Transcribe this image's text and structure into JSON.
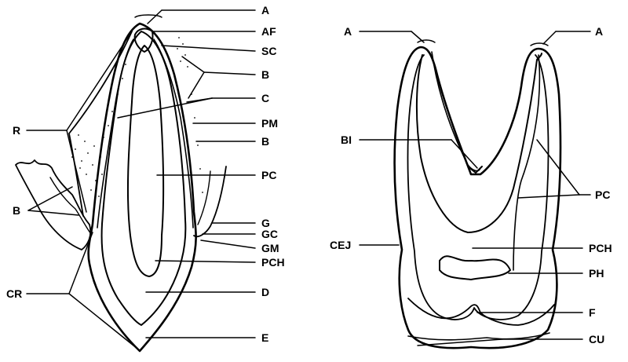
{
  "left_labels": {
    "A": "A",
    "AF": "AF",
    "SC": "SC",
    "B_upper": "B",
    "C": "C",
    "PM": "PM",
    "B_mid": "B",
    "R": "R",
    "PC": "PC",
    "B_left": "B",
    "G": "G",
    "GC": "GC",
    "GM": "GM",
    "PCH": "PCH",
    "CR": "CR",
    "D": "D",
    "E": "E"
  },
  "right_labels": {
    "A_left": "A",
    "A_right": "A",
    "BI": "BI",
    "PC": "PC",
    "CEJ": "CEJ",
    "PCH": "PCH",
    "PH": "PH",
    "F": "F",
    "CU": "CU"
  }
}
